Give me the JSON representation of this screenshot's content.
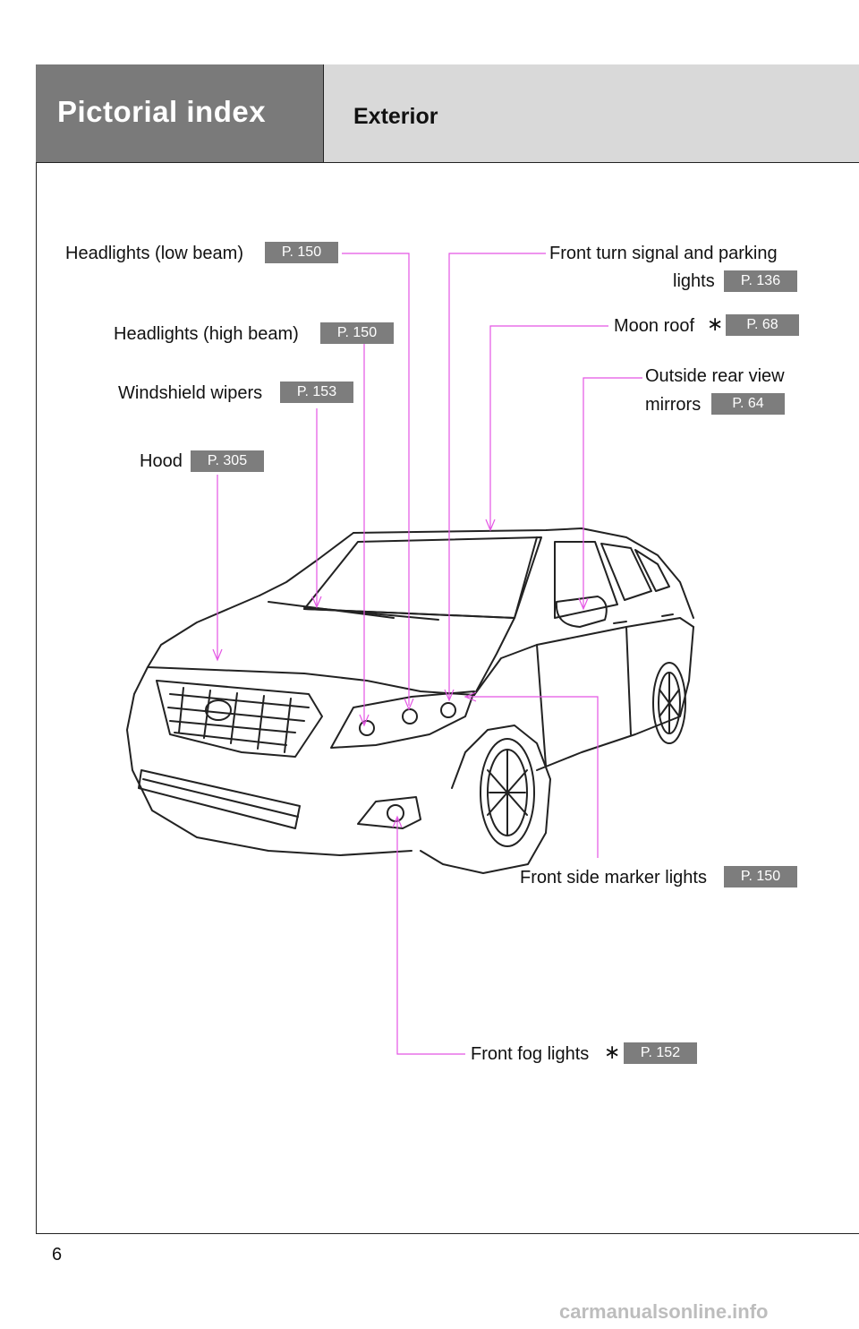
{
  "header": {
    "section_title": "Pictorial index",
    "subsection_title": "Exterior"
  },
  "labels": {
    "headlights_low": {
      "text": "Headlights (low beam)",
      "page": "P. 150"
    },
    "headlights_high": {
      "text": "Headlights (high beam)",
      "page": "P. 150"
    },
    "wipers": {
      "text": "Windshield wipers",
      "page": "P. 153"
    },
    "hood": {
      "text": "Hood",
      "page": "P. 305"
    },
    "turn_signal": {
      "line1": "Front turn signal and parking",
      "line2": "lights",
      "page": "P. 136"
    },
    "moon_roof": {
      "text": "Moon roof",
      "mark": "∗",
      "page": "P. 68"
    },
    "mirrors": {
      "line1": "Outside rear view",
      "line2": "mirrors",
      "page": "P. 64"
    },
    "side_marker": {
      "text": "Front side marker lights",
      "page": "P. 150"
    },
    "fog_lights": {
      "text": "Front fog lights",
      "mark": "∗",
      "page": "P. 152"
    }
  },
  "colors": {
    "leader_line": "#e455e4",
    "badge_bg": "#7d7d7d",
    "header_left_bg": "#7a7a7a",
    "header_right_bg": "#d9d9d9"
  },
  "footer": {
    "page_number": "6",
    "watermark": "carmanualsonline.info"
  }
}
